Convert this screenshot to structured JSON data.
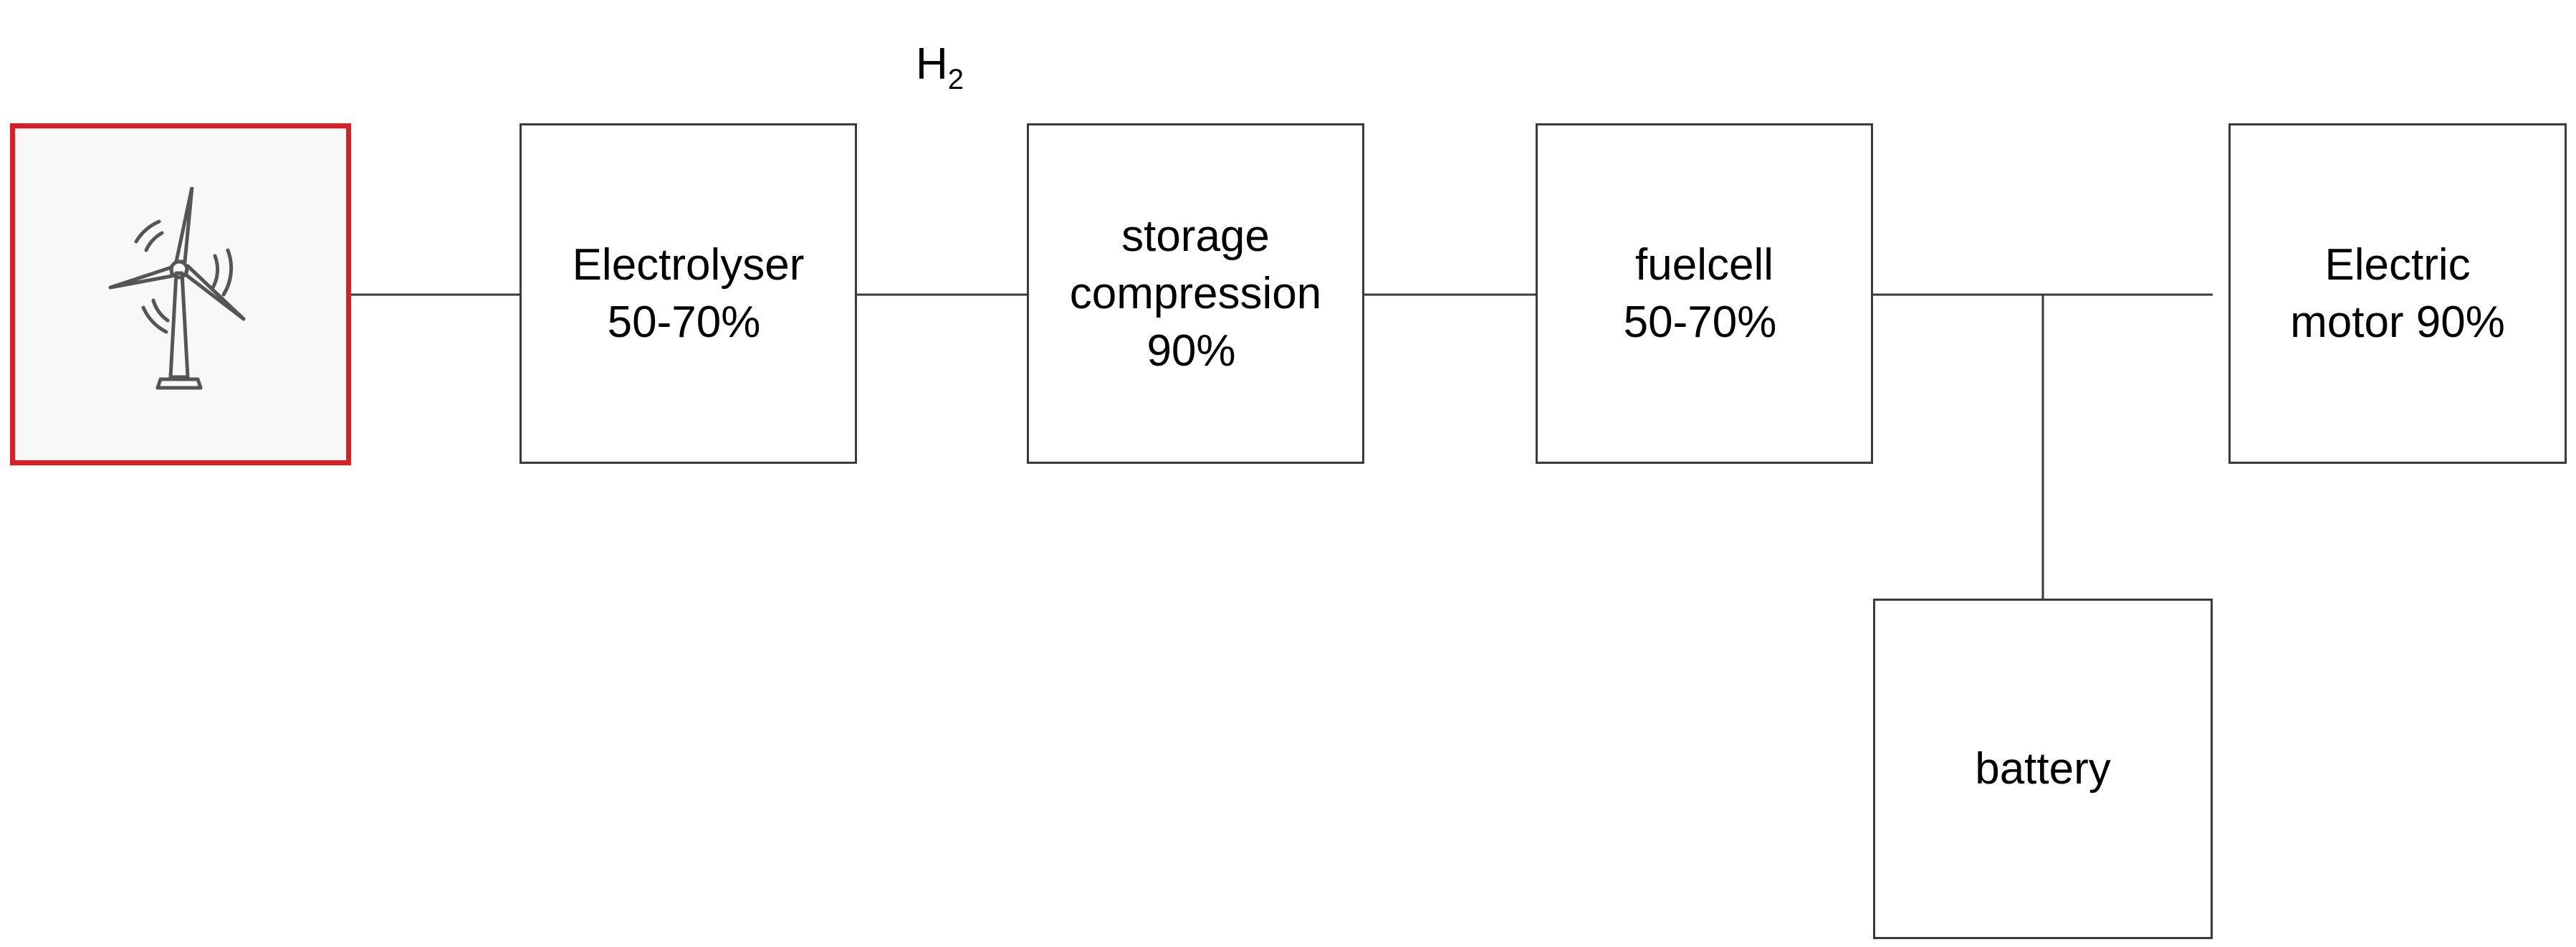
{
  "diagram": {
    "source_icon": "wind-turbine-icon",
    "accent_color": "#d62027",
    "line_color": "#3a3a3a",
    "h2_label": {
      "base": "H",
      "subscript": "2"
    },
    "nodes": {
      "electrolyser": {
        "line1": "Electrolyser",
        "line2": "50-70%"
      },
      "storage": {
        "line1": "storage",
        "line2": "compression",
        "line3": "90%"
      },
      "fuelcell": {
        "line1": "fuelcell",
        "line2": "50-70%"
      },
      "motor": {
        "line1": "Electric",
        "line2": "motor 90%"
      },
      "battery": {
        "line1": "battery"
      }
    }
  }
}
